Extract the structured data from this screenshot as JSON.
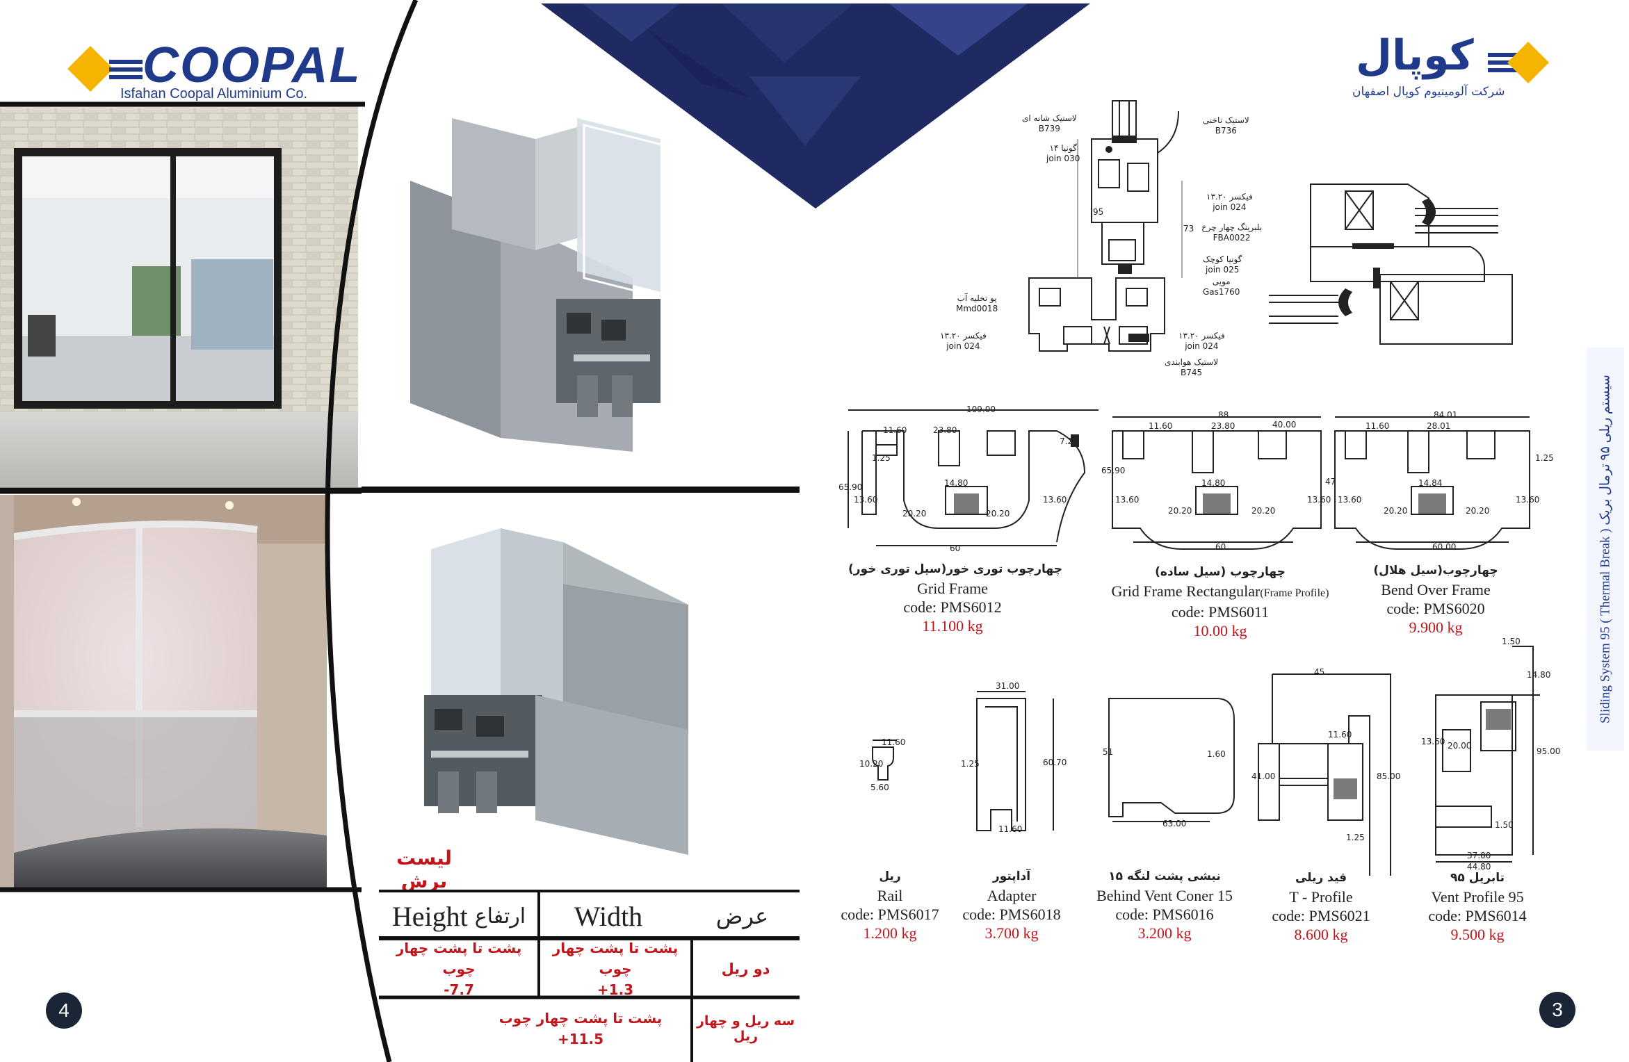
{
  "left_page": {
    "logo": {
      "name": "COOPAL",
      "subtitle": "Isfahan Coopal Aluminium Co."
    },
    "cut_list": {
      "title": "لیست برش",
      "col_height": "Height",
      "col_height_fa": "ارتفاع",
      "col_width": "Width",
      "col_width_fa": "عرض",
      "rows": [
        {
          "label": "دو ریل",
          "height_text": "پشت تا پشت چهار چوب",
          "height_val": "-7.7",
          "width_text": "پشت تا پشت چهار چوب",
          "width_val": "+1.3"
        },
        {
          "label": "سه ریل و چهار ریل",
          "merged_text": "پشت تا پشت چهار چوب",
          "merged_val": "+11.5"
        }
      ]
    },
    "page_number": "4"
  },
  "right_page": {
    "logo": {
      "name_fa": "کوپال",
      "subtitle_fa": "شرکت آلومینیوم کوپال اصفهان"
    },
    "side_title": "Sliding System 95 ( Thermal Break )  سیستم ریلی ۹۵ ترمال بریک",
    "assembly_labels": [
      {
        "fa": "لاستیک شانه ای",
        "code": "B739"
      },
      {
        "fa": "گونیا ۱۴",
        "code": "join 030"
      },
      {
        "fa": "لاستیک ناخنی",
        "code": "B736"
      },
      {
        "fa": "فیکسر ۱۳.۲۰",
        "code": "join 024"
      },
      {
        "fa": "بلبرینگ چهار چرخ",
        "code": "FBA0022"
      },
      {
        "fa": "گونیا کوچک",
        "code": "join 025"
      },
      {
        "fa": "مویی",
        "code": "Gas1760"
      },
      {
        "fa": "پو تخلیه آب",
        "code": "Mmd0018"
      },
      {
        "fa": "فیکسر ۱۳.۲۰",
        "code": "join 024"
      },
      {
        "fa": "فیکسر ۱۳.۲۰",
        "code": "join 024"
      },
      {
        "fa": "لاستیک هوابندی",
        "code": "B745"
      }
    ],
    "assembly_dims": [
      "95",
      "73"
    ],
    "frames": [
      {
        "fa": "چهارچوب توری خور(سیل توری خور)",
        "name": "Grid Frame",
        "code": "code: PMS6012",
        "weight": "11.100 kg",
        "dims": [
          "109.00",
          "11.60",
          "23.80",
          "7.20",
          "1.25",
          "65.90",
          "13.60",
          "14.80",
          "20.20",
          "20.20",
          "13.60",
          "60"
        ]
      },
      {
        "fa": "چهارچوب (سیل ساده)",
        "name": "Grid Frame Rectangular",
        "name_small": "(Frame Profile)",
        "code": "code: PMS6011",
        "weight": "10.00 kg",
        "dims": [
          "88",
          "11.60",
          "23.80",
          "40.00",
          "65.90",
          "13.60",
          "14.80",
          "20.20",
          "20.20",
          "13.60",
          "60"
        ]
      },
      {
        "fa": "چهارچوب(سیل هلال)",
        "name": "Bend Over Frame",
        "code": "code: PMS6020",
        "weight": "9.900 kg",
        "dims": [
          "84.01",
          "11.60",
          "28.01",
          "1.25",
          "47",
          "13.60",
          "14.84",
          "20.20",
          "20.20",
          "13.60",
          "60.00"
        ]
      }
    ],
    "profiles": [
      {
        "fa": "ریل",
        "name": "Rail",
        "code": "code: PMS6017",
        "weight": "1.200 kg",
        "dims": [
          "11.60",
          "10.20",
          "5.60"
        ]
      },
      {
        "fa": "آداپتور",
        "name": "Adapter",
        "code": "code: PMS6018",
        "weight": "3.700 kg",
        "dims": [
          "31.00",
          "1.25",
          "60.70",
          "11.60"
        ]
      },
      {
        "fa": "نبشی پشت لنگه ۱۵",
        "name": "Behind Vent Coner 15",
        "code": "code: PMS6016",
        "weight": "3.200 kg",
        "dims": [
          "51",
          "1.60",
          "63.00"
        ]
      },
      {
        "fa": "قید ریلی",
        "name": "T - Profile",
        "code": "code: PMS6021",
        "weight": "8.600 kg",
        "dims": [
          "45",
          "11.60",
          "41.00",
          "85.00",
          "1.25"
        ]
      },
      {
        "fa": "تابریل ۹۵",
        "name": "Vent Profile 95",
        "code": "code: PMS6014",
        "weight": "9.500 kg",
        "dims": [
          "1.50",
          "14.80",
          "13.60",
          "20.00",
          "95.00",
          "1.50",
          "37.00",
          "44.80"
        ]
      }
    ],
    "page_number": "3"
  },
  "colors": {
    "navy": "#1f3a8a",
    "gold": "#f5b400",
    "red": "#c0161c",
    "dark": "#111111"
  }
}
